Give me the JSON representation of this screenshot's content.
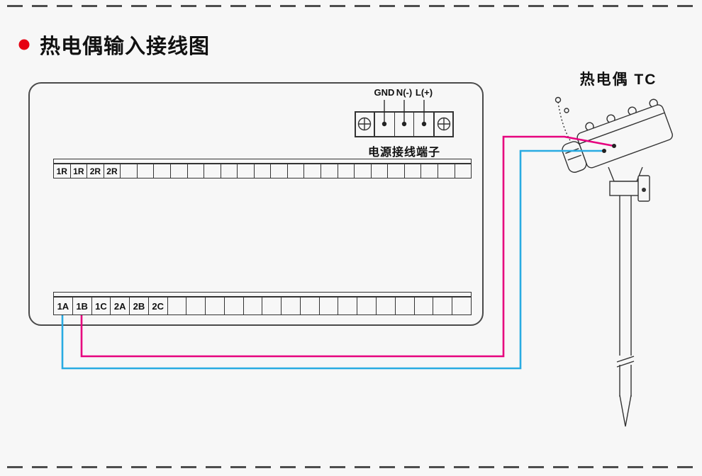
{
  "title": "热电偶输入接线图",
  "thermocouple": {
    "label": "热电偶 TC"
  },
  "power_block": {
    "labels": [
      "GND",
      "N(-)",
      "L(+)"
    ],
    "caption": "电源接线端子"
  },
  "strips": [
    {
      "name": "relay-terminal-strip",
      "cells": 25,
      "labels": [
        "1R",
        "1R",
        "2R",
        "2R"
      ]
    },
    {
      "name": "input-terminal-strip",
      "cells": 22,
      "labels": [
        "1A",
        "1B",
        "1C",
        "2A",
        "2B",
        "2C"
      ]
    }
  ],
  "wires": {
    "positive": {
      "color": "#e6007e",
      "from": "1B",
      "to": "热电偶 TC"
    },
    "negative": {
      "color": "#29abe2",
      "from": "1A",
      "to": "热电偶 TC"
    }
  },
  "colors": {
    "bullet": "#e60012",
    "outline": "#4a4a4a",
    "background": "#f7f7f7"
  }
}
